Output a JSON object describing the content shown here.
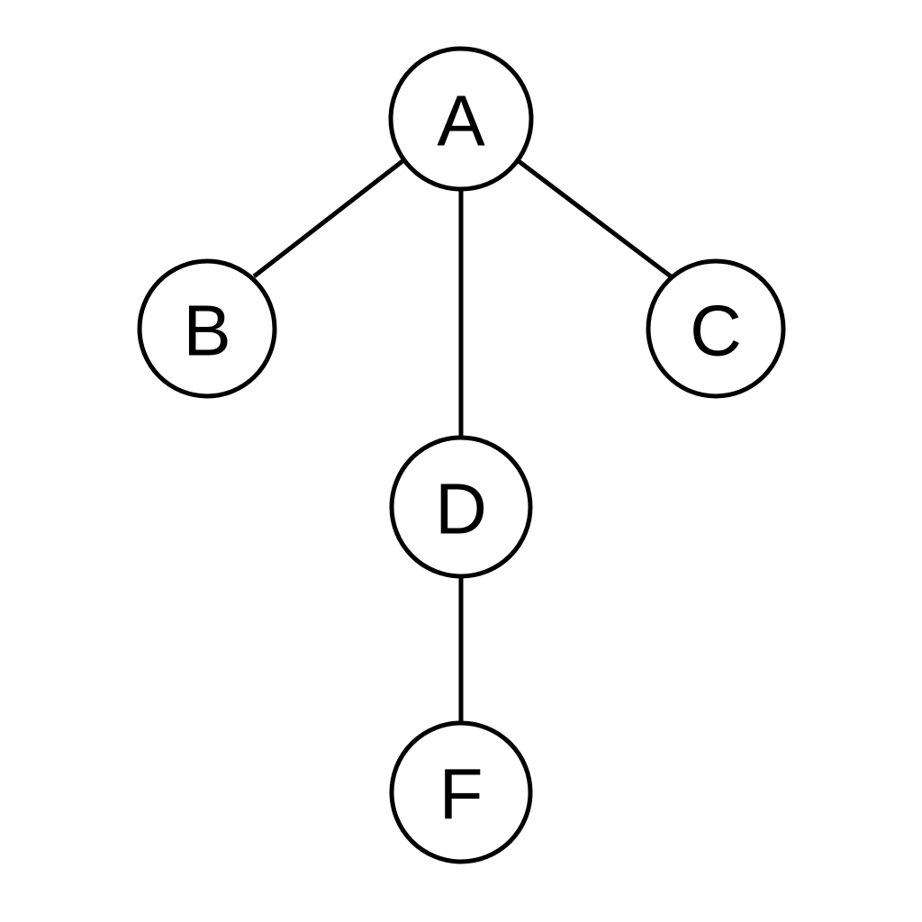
{
  "tree": {
    "nodes": [
      {
        "id": "A",
        "label": "A"
      },
      {
        "id": "B",
        "label": "B"
      },
      {
        "id": "C",
        "label": "C"
      },
      {
        "id": "D",
        "label": "D"
      },
      {
        "id": "F",
        "label": "F"
      }
    ],
    "edges": [
      {
        "from": "A",
        "to": "B"
      },
      {
        "from": "A",
        "to": "D"
      },
      {
        "from": "A",
        "to": "C"
      },
      {
        "from": "D",
        "to": "F"
      }
    ]
  },
  "colors": {
    "stroke": "#000000",
    "fill": "#ffffff",
    "text": "#000000"
  }
}
